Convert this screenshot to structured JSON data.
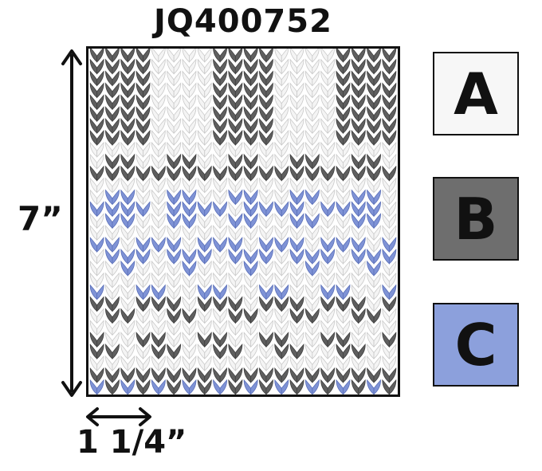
{
  "title": "JQ400752",
  "dimensions": {
    "height_label": "7”",
    "width_label": "1 1/4”"
  },
  "colors": {
    "A": "#f7f7f7",
    "B": "#6e6e6e",
    "C": "#8ca0dc",
    "stitch_B": "#5f5f5f",
    "stitch_C": "#7f93d6",
    "stitch_A": "#f4f4f4"
  },
  "color_key": [
    {
      "letter": "A",
      "color": "#f7f7f7"
    },
    {
      "letter": "B",
      "color": "#6e6e6e"
    },
    {
      "letter": "C",
      "color": "#8ca0dc"
    }
  ],
  "pattern": {
    "stitch_columns": 20,
    "repeat_key": "A=white, B=grey, C=blue",
    "rows": [
      "BBBBAAAABBBBAAAABBBB",
      "BBBBAAAABBBBAAAABBBB",
      "BBBBAAAABBBBAAAABBBB",
      "BBBBAAAABBBBAAAABBBB",
      "BBBBAAAABBBBAAAABBBB",
      "BBBBAAAABBBBAAAABBBB",
      "BBBBAAAABBBBAAAABBBB",
      "BBBBAAAABBBBAAAABBBB",
      "AAAAAAAAAAAAAAAAAAAA",
      "ABBAABBAABBAABBAABBA",
      "BBBBBBBBBBBBBBBBBBBB",
      "AAAAAAAAAAAAAAAAAAAA",
      "ACCAACCAACCAACCAACCA",
      "CCCCACCCCACCCCACCCCA",
      "ACCAACCAACCAACCAACCA",
      "AAAAAAAAAAAAAAAAAAAA",
      "CCACCCACCCACCCACCCAC",
      "ACCCACCCACCCACCCACCC",
      "AACAAACAAACAAACAAACA",
      "AAAAAAAAAAAAAAAAAAAA",
      "CAACCAACCAACCAACCAAC",
      "BBABBBABBBABBBABBBAB",
      "ABBAABBAABBAABBAABBA",
      "AAAAAAAAAAAAAAAAAAAA",
      "BAABBAABBAABBAABBAAB",
      "BBAABBAABBAABBAABBAA",
      "AAAAAAAAAAAAAAAAAAAA",
      "BBBBBBBBBBBBBBBBBBBB",
      "CBCBCBCBCBCBCBCBCBCB"
    ]
  }
}
